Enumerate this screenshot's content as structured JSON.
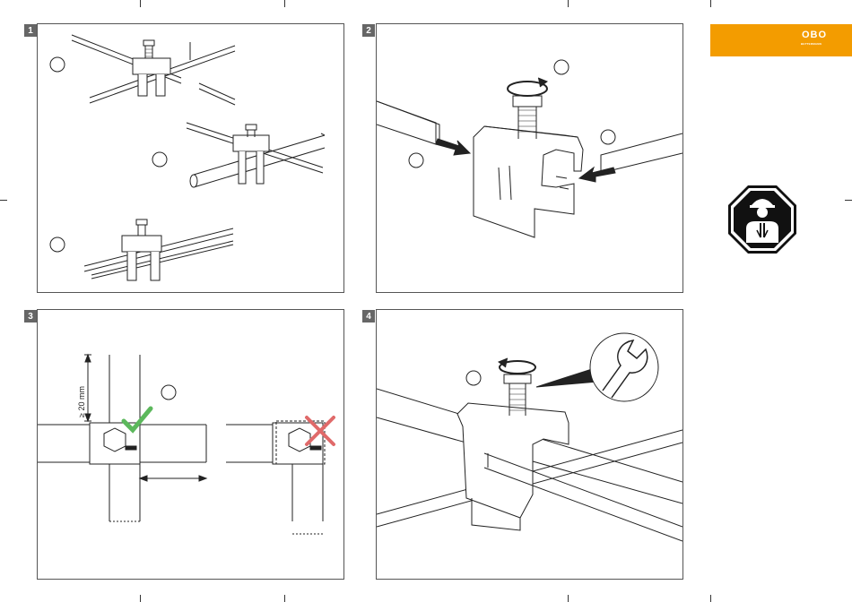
{
  "steps": [
    {
      "number": "1"
    },
    {
      "number": "2"
    },
    {
      "number": "3"
    },
    {
      "number": "4"
    }
  ],
  "brand": {
    "logo": "OBO",
    "subtitle": "BETTERMANN",
    "color": "#f39c00"
  },
  "step3": {
    "dimension_label": "≥ 20 mm"
  },
  "colors": {
    "correct": "#5cb85c",
    "wrong": "#e06a6a",
    "line": "#222222",
    "panel_border": "#555555"
  },
  "icons": [
    "rotate-arrow-icon",
    "push-arrow-icon",
    "wrench-icon",
    "check-icon",
    "cross-icon",
    "electrician-icon"
  ]
}
